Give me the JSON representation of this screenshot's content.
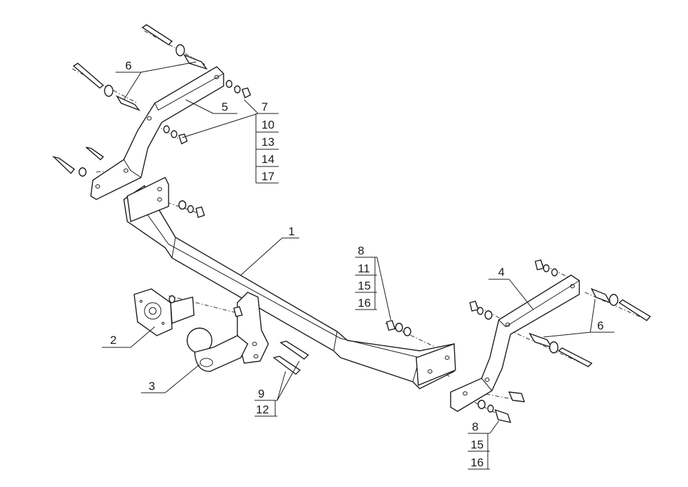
{
  "callouts": {
    "c1": "1",
    "c2": "2",
    "c3": "3",
    "c4": "4",
    "c5": "5",
    "c6_left": "6",
    "c6_right": "6",
    "stack_top_left": [
      "7",
      "10",
      "13",
      "14",
      "17"
    ],
    "stack_mid": [
      "8",
      "11",
      "15",
      "16"
    ],
    "stack_bottom_mid": [
      "9",
      "12"
    ],
    "stack_bottom_right": [
      "8",
      "15",
      "16"
    ]
  }
}
